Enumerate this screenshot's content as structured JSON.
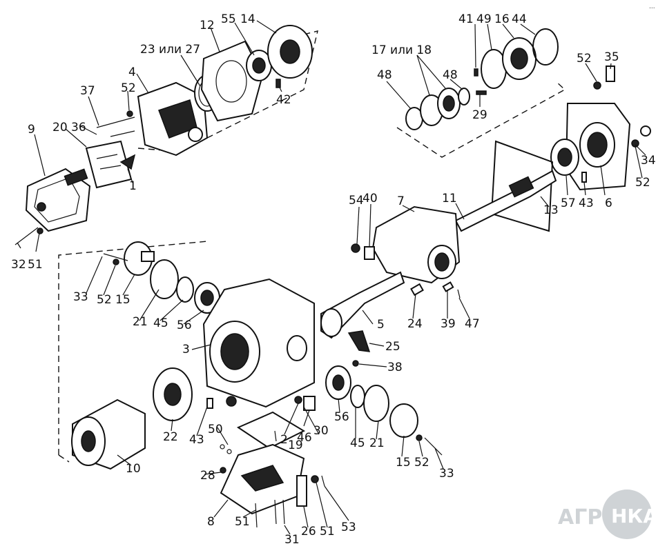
{
  "corner_mark": "...",
  "watermark": {
    "left": "АГРО",
    "right": "НКА"
  },
  "labels": [
    {
      "id": "12",
      "text": "12"
    },
    {
      "id": "55",
      "text": "55"
    },
    {
      "id": "14",
      "text": "14"
    },
    {
      "id": "23_27",
      "text": "23 или 27"
    },
    {
      "id": "4",
      "text": "4"
    },
    {
      "id": "37",
      "text": "37"
    },
    {
      "id": "52a",
      "text": "52"
    },
    {
      "id": "20",
      "text": "20"
    },
    {
      "id": "36",
      "text": "36"
    },
    {
      "id": "9",
      "text": "9"
    },
    {
      "id": "42",
      "text": "42"
    },
    {
      "id": "1",
      "text": "1"
    },
    {
      "id": "32",
      "text": "32"
    },
    {
      "id": "51a",
      "text": "51"
    },
    {
      "id": "41",
      "text": "41"
    },
    {
      "id": "49",
      "text": "49"
    },
    {
      "id": "16",
      "text": "16"
    },
    {
      "id": "44",
      "text": "44"
    },
    {
      "id": "17_18",
      "text": "17 или 18"
    },
    {
      "id": "48a",
      "text": "48"
    },
    {
      "id": "48b",
      "text": "48"
    },
    {
      "id": "29",
      "text": "29"
    },
    {
      "id": "52b",
      "text": "52"
    },
    {
      "id": "35",
      "text": "35"
    },
    {
      "id": "34",
      "text": "34"
    },
    {
      "id": "52c",
      "text": "52"
    },
    {
      "id": "57",
      "text": "57"
    },
    {
      "id": "43a",
      "text": "43"
    },
    {
      "id": "6",
      "text": "6"
    },
    {
      "id": "13",
      "text": "13"
    },
    {
      "id": "11",
      "text": "11"
    },
    {
      "id": "7",
      "text": "7"
    },
    {
      "id": "54",
      "text": "54"
    },
    {
      "id": "40",
      "text": "40"
    },
    {
      "id": "33a",
      "text": "33"
    },
    {
      "id": "52d",
      "text": "52"
    },
    {
      "id": "15a",
      "text": "15"
    },
    {
      "id": "21a",
      "text": "21"
    },
    {
      "id": "45a",
      "text": "45"
    },
    {
      "id": "56a",
      "text": "56"
    },
    {
      "id": "3",
      "text": "3"
    },
    {
      "id": "5",
      "text": "5"
    },
    {
      "id": "24",
      "text": "24"
    },
    {
      "id": "39",
      "text": "39"
    },
    {
      "id": "47",
      "text": "47"
    },
    {
      "id": "25",
      "text": "25"
    },
    {
      "id": "38",
      "text": "38"
    },
    {
      "id": "22",
      "text": "22"
    },
    {
      "id": "43b",
      "text": "43"
    },
    {
      "id": "50",
      "text": "50"
    },
    {
      "id": "2",
      "text": "2"
    },
    {
      "id": "30",
      "text": "30"
    },
    {
      "id": "19",
      "text": "19"
    },
    {
      "id": "46",
      "text": "46"
    },
    {
      "id": "56b",
      "text": "56"
    },
    {
      "id": "45b",
      "text": "45"
    },
    {
      "id": "21b",
      "text": "21"
    },
    {
      "id": "10",
      "text": "10"
    },
    {
      "id": "28",
      "text": "28"
    },
    {
      "id": "15b",
      "text": "15"
    },
    {
      "id": "52e",
      "text": "52"
    },
    {
      "id": "33b",
      "text": "33"
    },
    {
      "id": "8",
      "text": "8"
    },
    {
      "id": "51b",
      "text": "51"
    },
    {
      "id": "31",
      "text": "31"
    },
    {
      "id": "26",
      "text": "26"
    },
    {
      "id": "51c",
      "text": "51"
    },
    {
      "id": "53",
      "text": "53"
    }
  ]
}
